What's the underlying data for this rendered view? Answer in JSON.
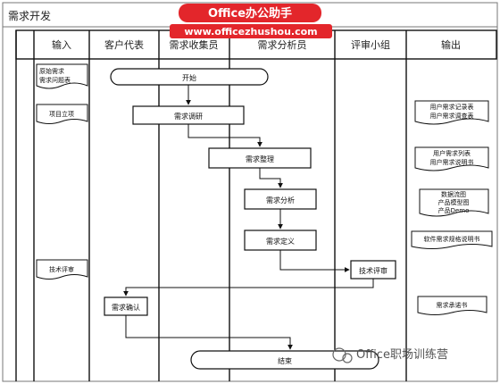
{
  "diagram": {
    "title": "需求开发",
    "lanes": [
      "输入",
      "客户代表",
      "需求收集员",
      "需求分析员",
      "评审小组",
      "输出"
    ],
    "nodes": {
      "start": "开始",
      "research": "需求调研",
      "organize": "需求整理",
      "analyze": "需求分析",
      "define": "需求定义",
      "tech_review": "技术评审",
      "confirm": "需求确认",
      "end": "结束"
    },
    "inputs": {
      "original_req_1": "原始需求",
      "original_req_2": "需求问题表",
      "project": "项目立项",
      "tech_review": "技术评审"
    },
    "outputs": {
      "o1_line1": "用户需求记录表",
      "o1_line2": "用户需求调查表",
      "o2_line1": "用户需求列表",
      "o2_line2": "用户需求说明书",
      "o3_line1": "数据流图",
      "o3_line2": "产品模型图",
      "o3_line3": "产品Demo",
      "o4": "软件需求规格说明书",
      "o5": "需求承诺书"
    }
  },
  "banner": {
    "brand": "Office办公助手",
    "url": "www.officezhushou.com"
  },
  "watermark": {
    "text": "Office职场训练营"
  },
  "colors": {
    "banner_bg": "#e3262b",
    "line": "#111111",
    "header_bg": "#ffffff"
  }
}
